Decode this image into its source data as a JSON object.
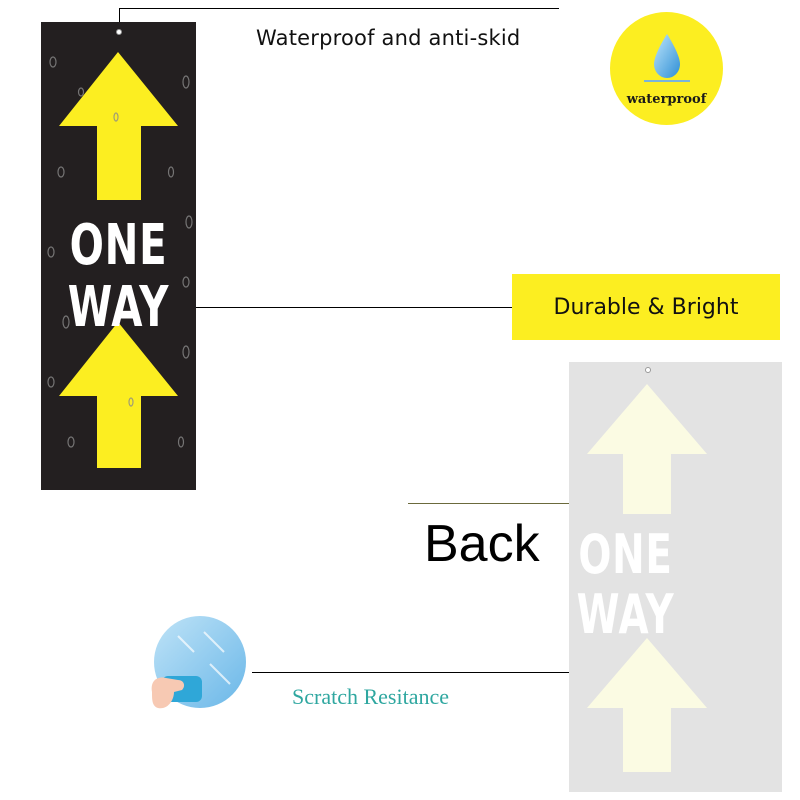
{
  "features": {
    "waterproof_label": "Waterproof and anti-skid",
    "waterproof_badge": "waterproof",
    "durable_label": "Durable & Bright",
    "back_label": "Back",
    "scratch_label": "Scratch Resitance"
  },
  "front_sign": {
    "line1": "ONE",
    "line2": "WAY",
    "background": "#231f20",
    "arrow_color": "#fcee21",
    "text_color": "#ffffff"
  },
  "back_sign": {
    "line1": "ONE",
    "line2": "WAY",
    "background": "#e3e3e3",
    "arrow_color": "#fbfbe3",
    "text_color": "#ffffff"
  },
  "colors": {
    "accent_yellow": "#fcee21",
    "scratch_text": "#2fa7a0",
    "scratch_circle": "#7cc4ec"
  },
  "icons": {
    "water_drop": "water-drop-icon",
    "scratch": "hand-wipe-icon"
  }
}
